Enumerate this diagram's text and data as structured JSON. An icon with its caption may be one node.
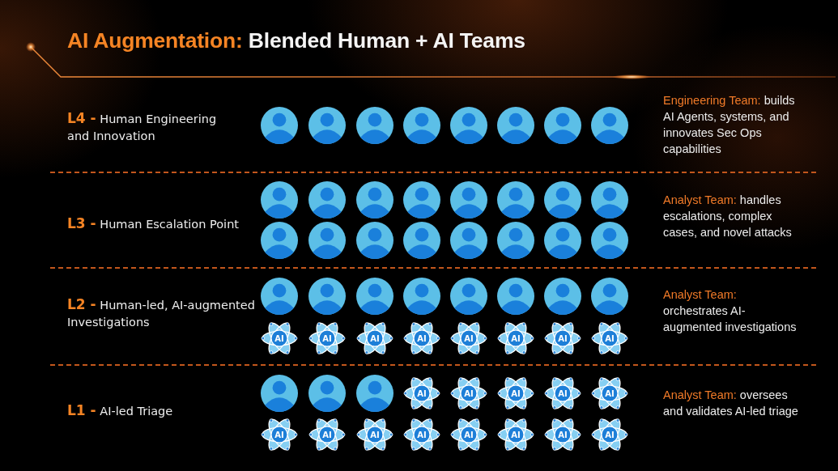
{
  "diagram": {
    "title": "**AI Augmentation:** Blended Human + AI Teams",
    "nodes": [
      {
        "text": [],
        "shape": "person"
      },
      {
        "text": [],
        "shape": "person"
      },
      {
        "text": [],
        "shape": "person"
      },
      {
        "text": [],
        "shape": "person"
      },
      {
        "text": [],
        "shape": "person"
      },
      {
        "text": [],
        "shape": "person"
      },
      {
        "text": [],
        "shape": "person"
      },
      {
        "text": [],
        "shape": "person"
      },
      {
        "text": [],
        "shape": "person"
      },
      {
        "text": [],
        "shape": "person"
      },
      {
        "text": [],
        "shape": "person"
      },
      {
        "text": [],
        "shape": "person"
      },
      {
        "text": [],
        "shape": "person"
      },
      {
        "text": [],
        "shape": "person"
      },
      {
        "text": [],
        "shape": "person"
      },
      {
        "text": [],
        "shape": "person"
      },
      {
        "text": [],
        "shape": "person"
      },
      {
        "text": [],
        "shape": "person"
      },
      {
        "text": [],
        "shape": "person"
      },
      {
        "text": [],
        "shape": "person"
      },
      {
        "text": [],
        "shape": "person"
      },
      {
        "text": [],
        "shape": "person"
      },
      {
        "text": [],
        "shape": "person"
      },
      {
        "text": [],
        "shape": "person"
      },
      {
        "text": [],
        "shape": "person"
      },
      {
        "text": [],
        "shape": "person"
      },
      {
        "text": [],
        "shape": "person"
      },
      {
        "text": [],
        "shape": "person"
      },
      {
        "text": [],
        "shape": "person"
      },
      {
        "text": [],
        "shape": "person"
      },
      {
        "text": [],
        "shape": "person"
      },
      {
        "text": [],
        "shape": "person"
      },
      {
        "text": [
          "AI"
        ]
      },
      {
        "text": [
          "AI"
        ]
      },
      {
        "text": [
          "AI"
        ]
      },
      {
        "text": [
          "AI"
        ]
      },
      {
        "text": [
          "AI"
        ]
      },
      {
        "text": [
          "AI"
        ]
      },
      {
        "text": [
          "AI"
        ]
      },
      {
        "text": [
          "AI"
        ]
      },
      {
        "text": [],
        "shape": "person"
      },
      {
        "text": [],
        "shape": "person"
      },
      {
        "text": [],
        "shape": "person"
      },
      {
        "text": [
          "AI"
        ]
      },
      {
        "text": [
          "AI"
        ]
      },
      {
        "text": [
          "AI"
        ]
      },
      {
        "text": [
          "AI"
        ]
      },
      {
        "text": [
          "AI"
        ]
      },
      {
        "text": [
          "AI"
        ]
      },
      {
        "text": [
          "AI"
        ]
      },
      {
        "text": [
          "AI"
        ]
      },
      {
        "text": [
          "AI"
        ]
      },
      {
        "text": [
          "AI"
        ]
      },
      {
        "text": [
          "AI"
        ]
      },
      {
        "text": [
          "AI"
        ]
      },
      {
        "text": [
          "AI"
        ]
      }
    ],
    "labels": [
      "**L4 -** Human Engineering and Innovation",
      "**Engineering Team:** builds AI Agents, systems, and innovates Sec Ops capabilities",
      "**L3 -** Human Escalation Point",
      "**Analyst Team:** handles escalations, complex cases, and novel attacks",
      "**L2 -** Human-led, AI-augmented Investigations",
      "**Analyst Team:** orchestrates AI-augmented investigations",
      "**L1 -** AI-led Triage",
      "**Analyst Team:** oversees and validates AI-led triage"
    ]
  }
}
